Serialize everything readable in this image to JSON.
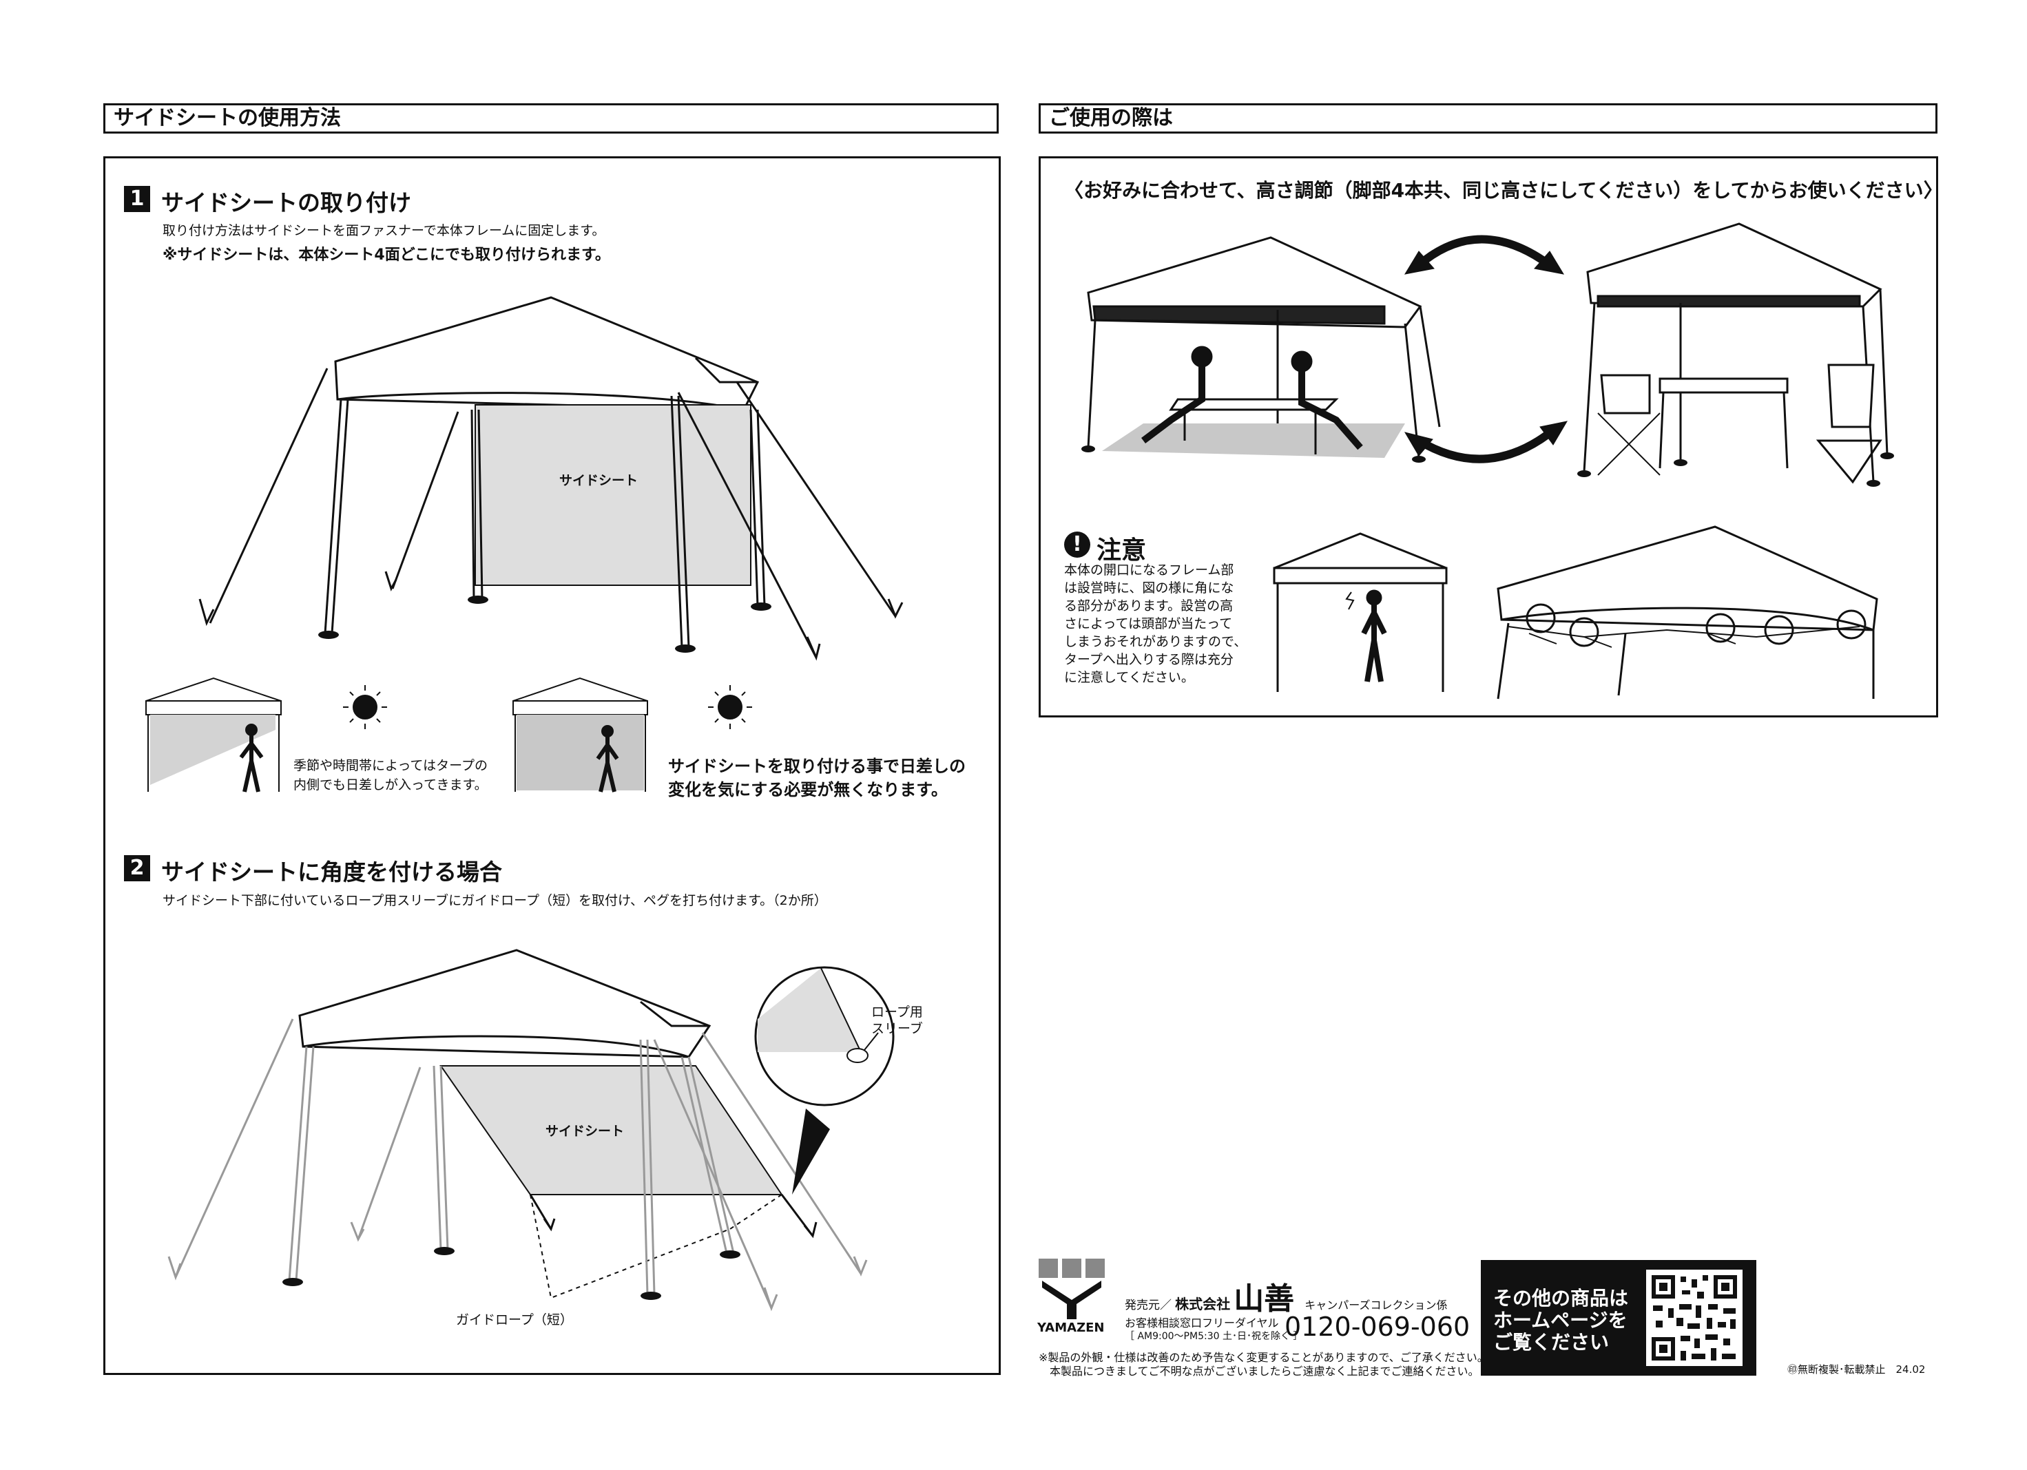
{
  "left": {
    "header": "サイドシートの使用方法",
    "step1": {
      "num": "1",
      "title": "サイドシートの取り付け",
      "desc": "取り付け方法はサイドシートを面ファスナーで本体フレームに固定します。",
      "note": "※サイドシートは、本体シート4面どこにでも取り付けられます。",
      "sheet_label": "サイドシート",
      "cap_a": [
        "季節や時間帯によってはタープの",
        "内側でも日差しが入ってきます。"
      ],
      "cap_b": [
        "サイドシートを取り付ける事で日差しの",
        "変化を気にする必要が無くなります。"
      ]
    },
    "step2": {
      "num": "2",
      "title": "サイドシートに角度を付ける場合",
      "desc": "サイドシート下部に付いているロープ用スリーブにガイドロープ（短）を取付け、ペグを打ち付けます。（2か所）",
      "sheet_label": "サイドシート",
      "rope_label": "ガイドロープ（短）",
      "sleeve_label": [
        "ロープ用",
        "スリーブ"
      ]
    }
  },
  "right": {
    "header": "ご使用の際は",
    "usage_note": "〈お好みに合わせて、高さ調節（脚部4本共、同じ高さにしてください）をしてからお使いください〉",
    "caution_title": "注意",
    "caution_text": [
      "本体の開口になるフレーム部",
      "は設営時に、図の様に角にな",
      "る部分があります。設営の高",
      "さによっては頭部が当たって",
      "しまうおそれがありますので、",
      "タープへ出入りする際は充分",
      "に注意してください。"
    ]
  },
  "footer": {
    "brand": "YAMAZEN",
    "seller_prefix": "発売元／",
    "company": "株式会社",
    "company_name": "山善",
    "dept": "キャンパーズコレクション係",
    "dial_label": "お客様相談窓口フリーダイヤル",
    "hours": "［ AM9:00～PM5:30 土･日･祝を除く ］",
    "phone": "0120-069-060",
    "disclaimer": [
      "※製品の外観・仕様は改善のため予告なく変更することがありますので、ご了承ください。",
      "本製品につきましてご不明な点がございましたらご遠慮なく上記までご連絡ください。"
    ],
    "promo": [
      "その他の商品は",
      "ホームページを",
      "ご覧ください"
    ],
    "copyright": "㊞無断複製･転載禁止　24.02"
  }
}
